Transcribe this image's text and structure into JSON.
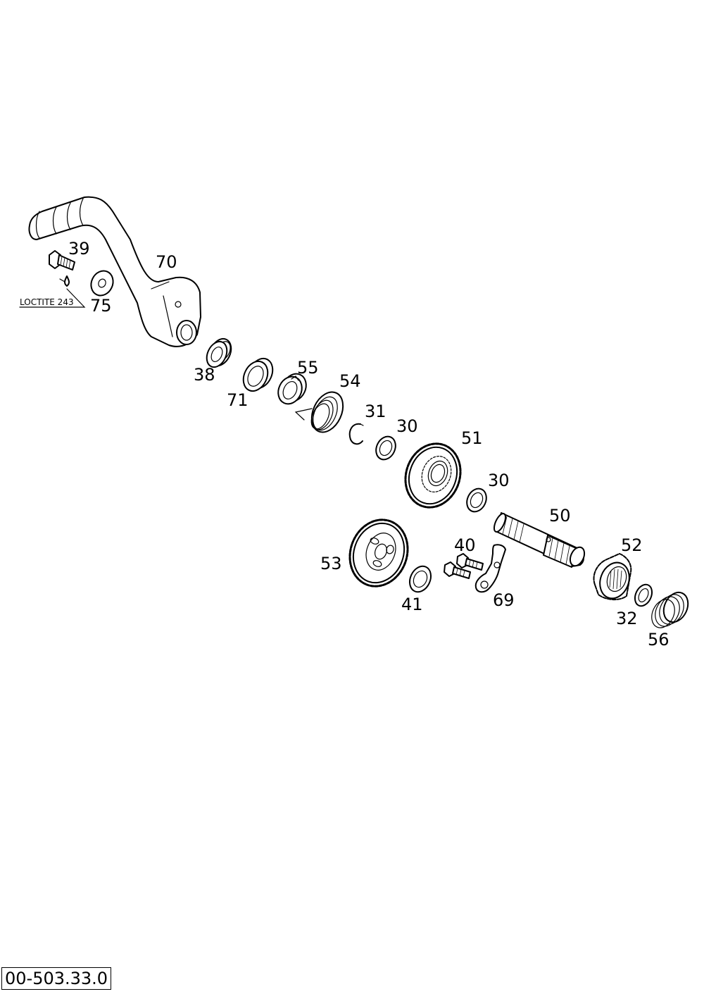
{
  "drawing_number": "00-503.33.0",
  "note": "LOCTITE 243",
  "parts": [
    {
      "id": "p39",
      "label": "39"
    },
    {
      "id": "p70",
      "label": "70"
    },
    {
      "id": "p75",
      "label": "75"
    },
    {
      "id": "p38",
      "label": "38"
    },
    {
      "id": "p71",
      "label": "71"
    },
    {
      "id": "p55",
      "label": "55"
    },
    {
      "id": "p54",
      "label": "54"
    },
    {
      "id": "p31",
      "label": "31"
    },
    {
      "id": "p30a",
      "label": "30"
    },
    {
      "id": "p51",
      "label": "51"
    },
    {
      "id": "p30b",
      "label": "30"
    },
    {
      "id": "p50",
      "label": "50"
    },
    {
      "id": "p40",
      "label": "40"
    },
    {
      "id": "p53",
      "label": "53"
    },
    {
      "id": "p41",
      "label": "41"
    },
    {
      "id": "p69",
      "label": "69"
    },
    {
      "id": "p52",
      "label": "52"
    },
    {
      "id": "p32",
      "label": "32"
    },
    {
      "id": "p56",
      "label": "56"
    }
  ]
}
